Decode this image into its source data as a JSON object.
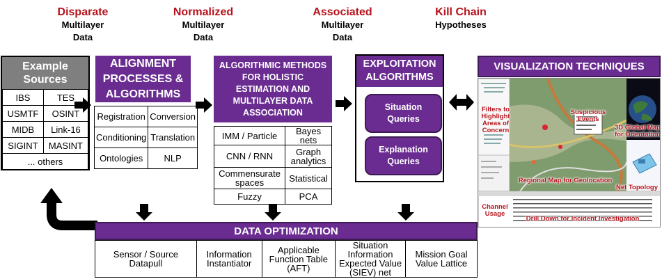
{
  "stages": [
    {
      "red": "Disparate",
      "line1": "Multilayer",
      "line2": "Data"
    },
    {
      "red": "Normalized",
      "line1": "Multilayer",
      "line2": "Data"
    },
    {
      "red": "Associated",
      "line1": "Multilayer",
      "line2": "Data"
    },
    {
      "red": "Kill Chain",
      "line1": "Hypotheses",
      "line2": ""
    }
  ],
  "sources": {
    "title": "Example Sources",
    "rows": [
      [
        "IBS",
        "TES"
      ],
      [
        "USMTF",
        "OSINT"
      ],
      [
        "MIDB",
        "Link-16"
      ],
      [
        "SIGINT",
        "MASINT"
      ]
    ],
    "footer": "... others"
  },
  "alignment": {
    "title": "ALIGNMENT PROCESSES & ALGORITHMS",
    "rows": [
      [
        "Registration",
        "Conversion"
      ],
      [
        "Conditioning",
        "Translation"
      ],
      [
        "Ontologies",
        "NLP"
      ]
    ]
  },
  "algorithmic": {
    "title": "ALGORITHMIC METHODS FOR HOLISTIC ESTIMATION AND MULTILAYER DATA ASSOCIATION",
    "rows": [
      [
        "IMM / Particle",
        "Bayes nets"
      ],
      [
        "CNN / RNN",
        "Graph analytics"
      ],
      [
        "Commensurate spaces",
        "Statistical"
      ],
      [
        "Fuzzy",
        "PCA"
      ]
    ]
  },
  "exploitation": {
    "title": "EXPLOITATION ALGORITHMS",
    "queries": [
      "Situation Queries",
      "Explanation Queries"
    ]
  },
  "visualization": {
    "title": "VISUALIZATION TECHNIQUES",
    "labels": {
      "filters": "Filters to Highlight Areas of Concern",
      "suspicious": "Suspicious Events",
      "global": "3D Global Map for Orientation",
      "regional": "Regional Map for Geolocation",
      "topology": "Net Topology",
      "channel": "Channel Usage",
      "drill": "Drill Down for Incident Investigation"
    }
  },
  "optimization": {
    "title": "DATA OPTIMIZATION",
    "cells": [
      "Sensor / Source Datapull",
      "Information Instantiator",
      "Applicable Function Table (AFT)",
      "Situation Information Expected Value (SIEV) net",
      "Mission Goal Value Lattice"
    ]
  },
  "colors": {
    "purple": "#6a2c91",
    "red": "#b5121b",
    "source_header": "#7f7f7f"
  }
}
